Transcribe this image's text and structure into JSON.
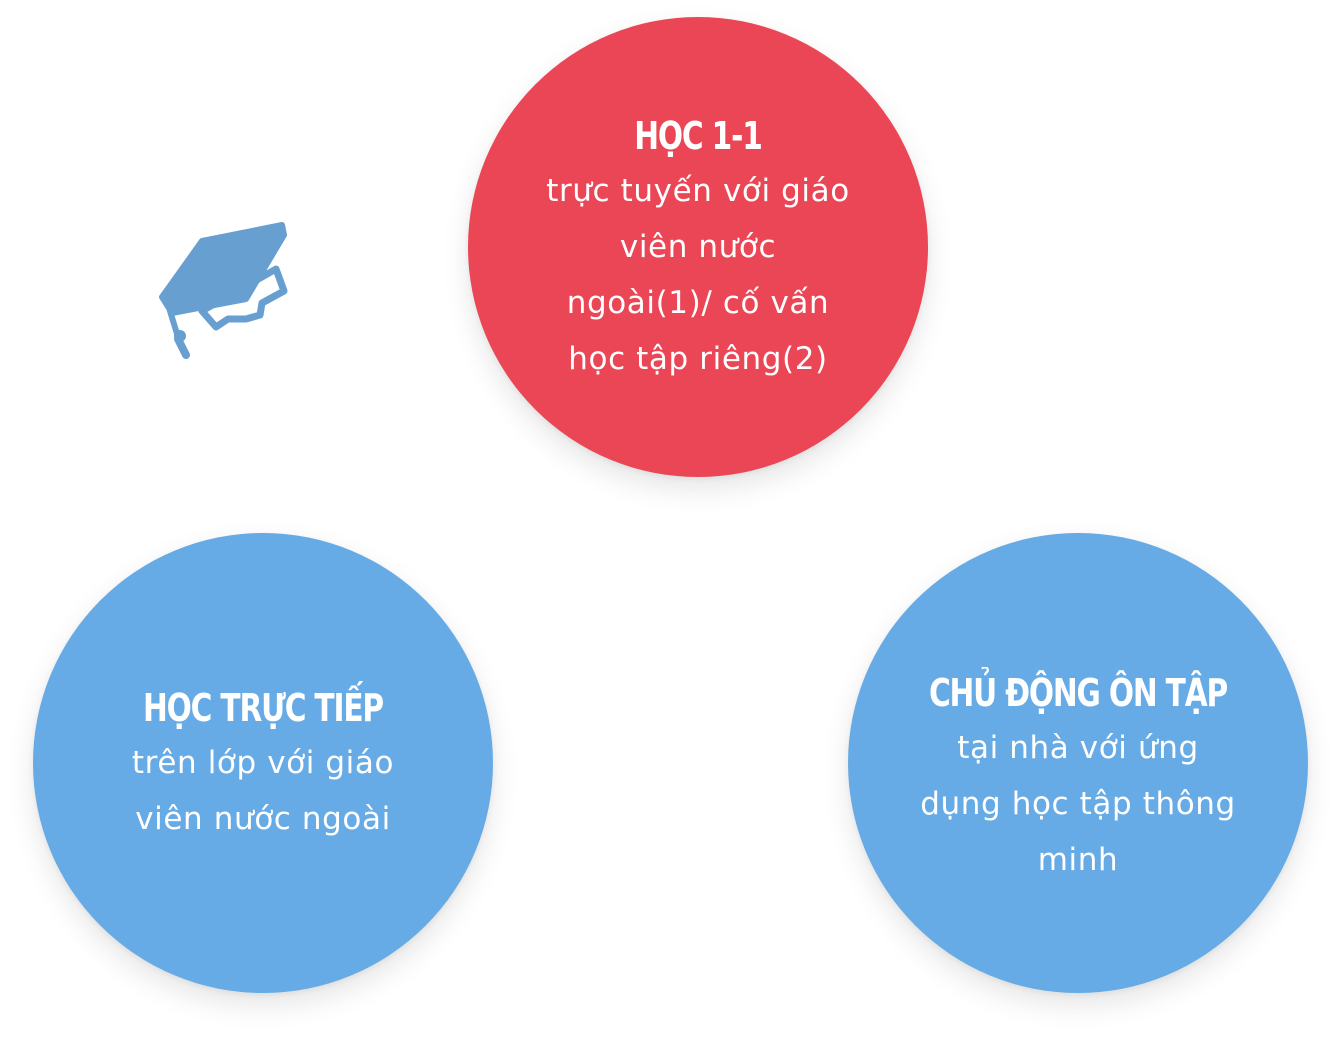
{
  "icon": {
    "name": "graduation-cap-icon",
    "color": "#679fd0"
  },
  "colors": {
    "red_circle": "#ea4655",
    "blue_circle": "#66abe5",
    "text": "#ffffff"
  },
  "circles": [
    {
      "title": "HỌC 1-1",
      "description": "trực tuyến với giáo viên nước ngoài(1)/ cố vấn học tập riêng(2)"
    },
    {
      "title": "HỌC TRỰC TIẾP",
      "description": "trên lớp với giáo viên nước ngoài"
    },
    {
      "title": "CHỦ ĐỘNG ÔN TẬP",
      "description": "tại nhà với ứng dụng học tập thông minh"
    }
  ]
}
